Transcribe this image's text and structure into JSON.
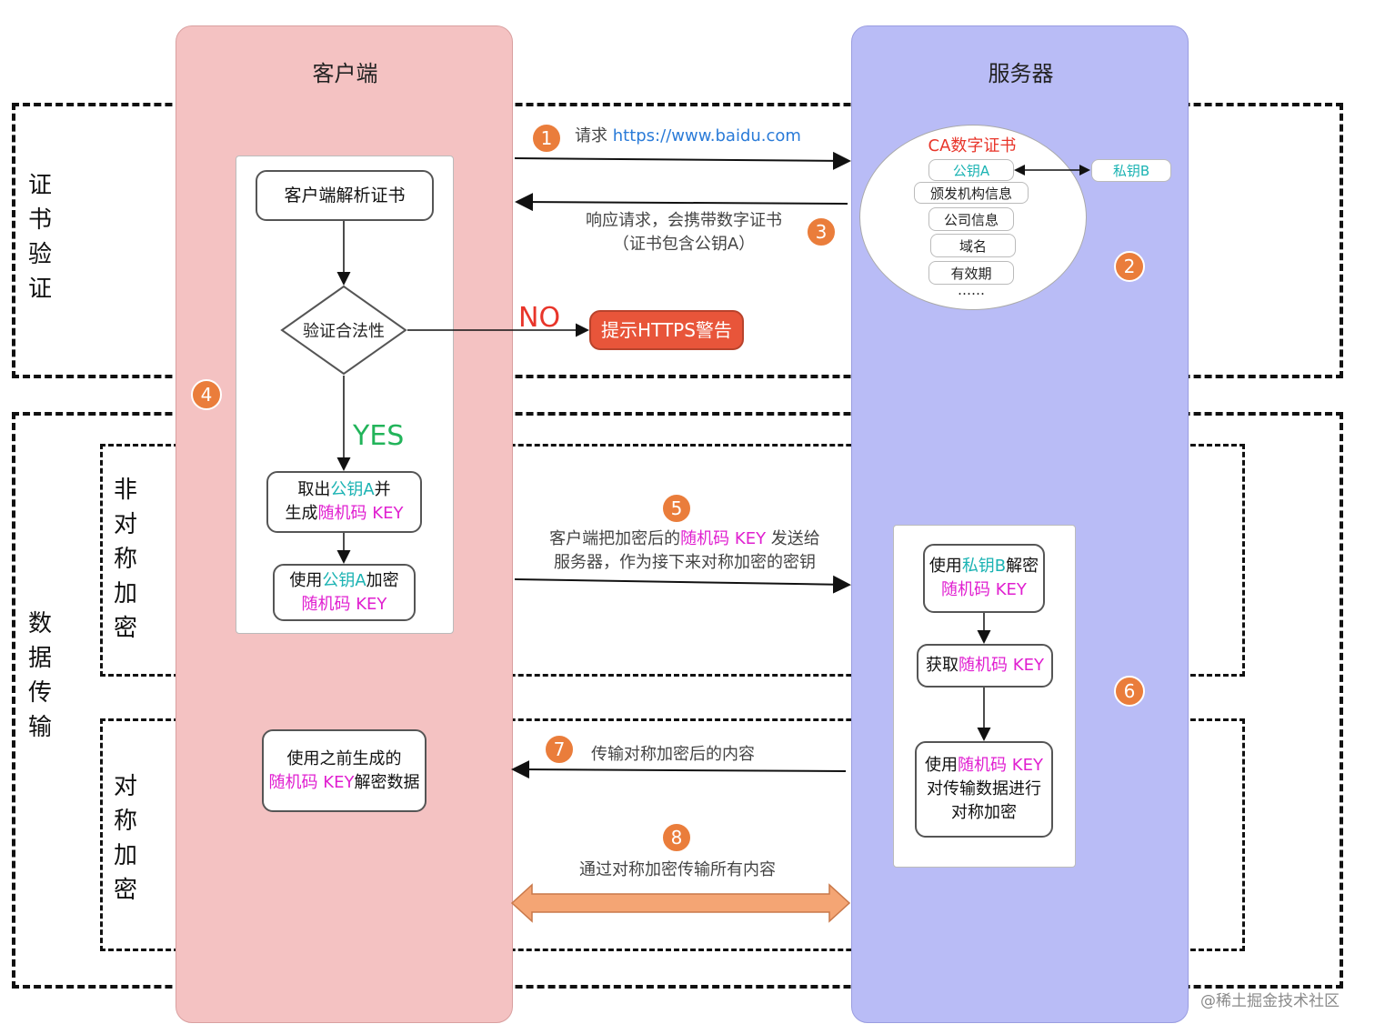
{
  "lanes": {
    "client": "客户端",
    "server": "服务器"
  },
  "sections": {
    "cert": "证书验证",
    "data": "数据传输",
    "asym": "非对称加密",
    "sym": "对称加密"
  },
  "steps": [
    "1",
    "2",
    "3",
    "4",
    "5",
    "6",
    "7",
    "8"
  ],
  "client": {
    "parse": "客户端解析证书",
    "verify": "验证合法性",
    "yes": "YES",
    "no": "NO",
    "warn": "提示HTTPS警告",
    "take_1": "取出",
    "take_key": "公钥A",
    "take_2": "并",
    "take_3": "生成",
    "take_rand": "随机码 KEY",
    "enc_1": "使用",
    "enc_key": "公钥A",
    "enc_2": "加密",
    "enc_rand": "随机码 KEY",
    "prev_1": "使用之前生成的",
    "prev_rand": "随机码 KEY",
    "prev_2": "解密数据"
  },
  "server": {
    "ca_title": "CA数字证书",
    "ca_items": [
      "公钥A",
      "颁发机构信息",
      "公司信息",
      "域名",
      "有效期",
      "……"
    ],
    "private_key": "私钥B",
    "dec_1": "使用",
    "dec_key": "私钥B",
    "dec_2": "解密",
    "dec_rand": "随机码 KEY",
    "get_1": "获取",
    "get_rand": "随机码 KEY",
    "sym_1": "使用",
    "sym_rand": "随机码 KEY",
    "sym_2": "对传输数据进行",
    "sym_3": "对称加密"
  },
  "messages": {
    "m1_pre": "请求 ",
    "m1_url": "https://www.baidu.com",
    "m3_line1": "响应请求，会携带数字证书",
    "m3_line2": "（证书包含公钥A）",
    "m5_pre": "客户端把加密后的",
    "m5_rand": "随机码 KEY",
    "m5_post": " 发送给",
    "m5_line2": "服务器，作为接下来对称加密的密钥",
    "m7": "传输对称加密后的内容",
    "m8": "通过对称加密传输所有内容"
  },
  "watermark": "@稀土掘金技术社区",
  "colors": {
    "client_lane": "#f4c2c2",
    "server_lane": "#b9bcf6",
    "step_badge": "#ea7d3b",
    "warn_box": "#e8553a",
    "yes": "#22b45a",
    "no": "#e8352a",
    "public_key": "#1bb3b3",
    "random_key": "#e01fd0",
    "url": "#2a7bd8",
    "ca_title": "#e8352a"
  }
}
